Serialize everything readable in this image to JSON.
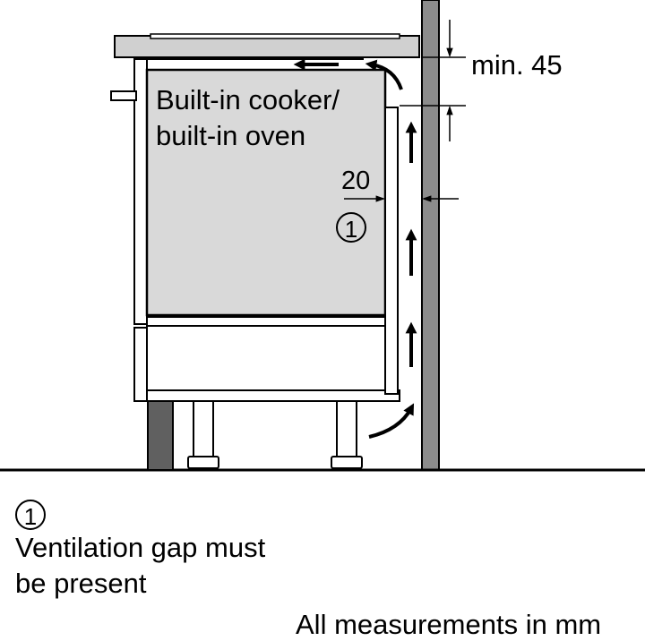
{
  "diagram": {
    "appliance_label_line1": "Built-in cooker/",
    "appliance_label_line2": "built-in oven",
    "marker": "1",
    "dimension_top": "min. 45",
    "dimension_side": "20"
  },
  "legend": {
    "marker": "1",
    "text_line1": "Ventilation gap must",
    "text_line2": "be present"
  },
  "footer": {
    "note": "All measurements in mm"
  },
  "colors": {
    "wall_fill": "#8c8c8c",
    "cooker_fill": "#d9d9d9",
    "plinth_fill": "#606060",
    "line": "#000000"
  }
}
